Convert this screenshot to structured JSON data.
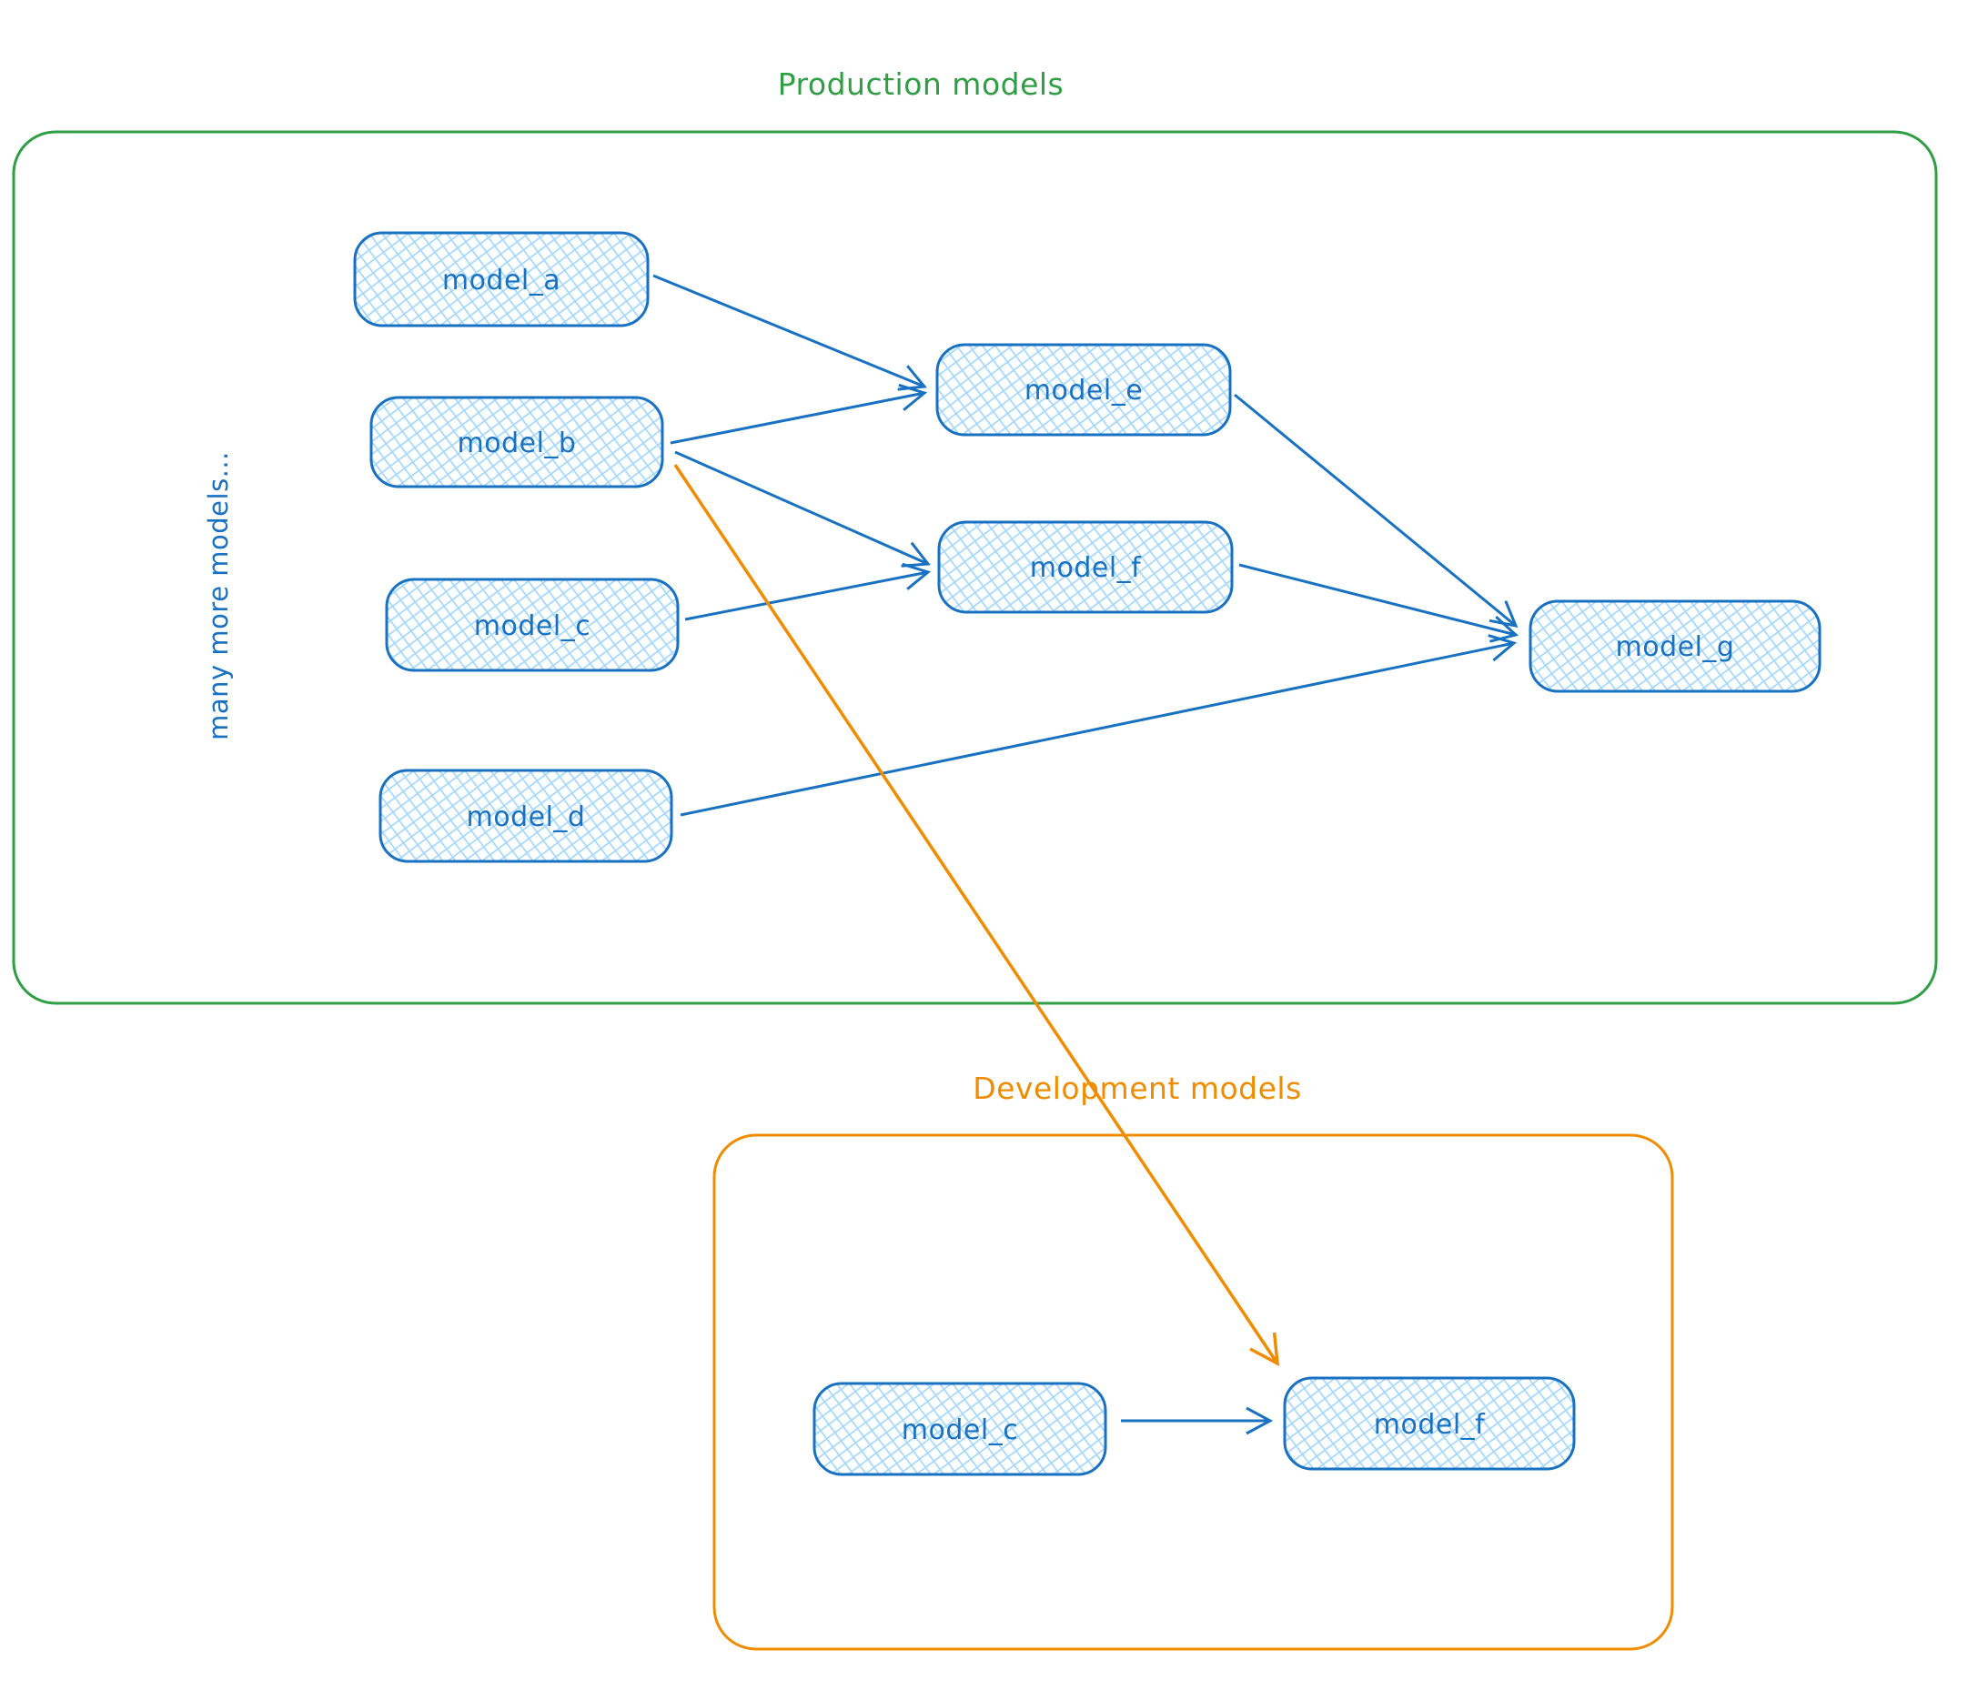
{
  "colors": {
    "node_stroke": "#1971c2",
    "node_fill": "#a5d8ff",
    "blue_arrow": "#1971c2",
    "green_frame": "#2f9e44",
    "orange_frame": "#f08c00"
  },
  "production": {
    "title": "Production models",
    "note": "many more models...",
    "nodes": {
      "a": "model_a",
      "b": "model_b",
      "c": "model_c",
      "d": "model_d",
      "e": "model_e",
      "f": "model_f",
      "g": "model_g"
    },
    "edges": [
      {
        "from": "model_a",
        "to": "model_e"
      },
      {
        "from": "model_b",
        "to": "model_e"
      },
      {
        "from": "model_b",
        "to": "model_f"
      },
      {
        "from": "model_c",
        "to": "model_f"
      },
      {
        "from": "model_e",
        "to": "model_g"
      },
      {
        "from": "model_f",
        "to": "model_g"
      },
      {
        "from": "model_d",
        "to": "model_g"
      }
    ]
  },
  "development": {
    "title": "Development models",
    "nodes": {
      "c": "model_c",
      "f": "model_f"
    },
    "edges": [
      {
        "from": "model_c",
        "to": "model_f"
      }
    ]
  },
  "cross_edges": [
    {
      "from": "production model_b",
      "to": "development model_f",
      "color": "#f08c00"
    }
  ]
}
